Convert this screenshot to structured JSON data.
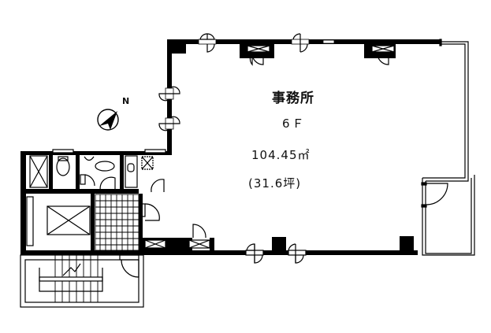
{
  "floor_plan": {
    "room_label": "事務所",
    "floor_label": "6Ｆ",
    "area_sqm": "104.45㎡",
    "area_tsubo": "(31.6坪)",
    "compass": {
      "label": "N",
      "icon": "north-arrow-icon"
    },
    "colors": {
      "wall": "#000000",
      "background": "#ffffff",
      "line": "#111111"
    }
  }
}
